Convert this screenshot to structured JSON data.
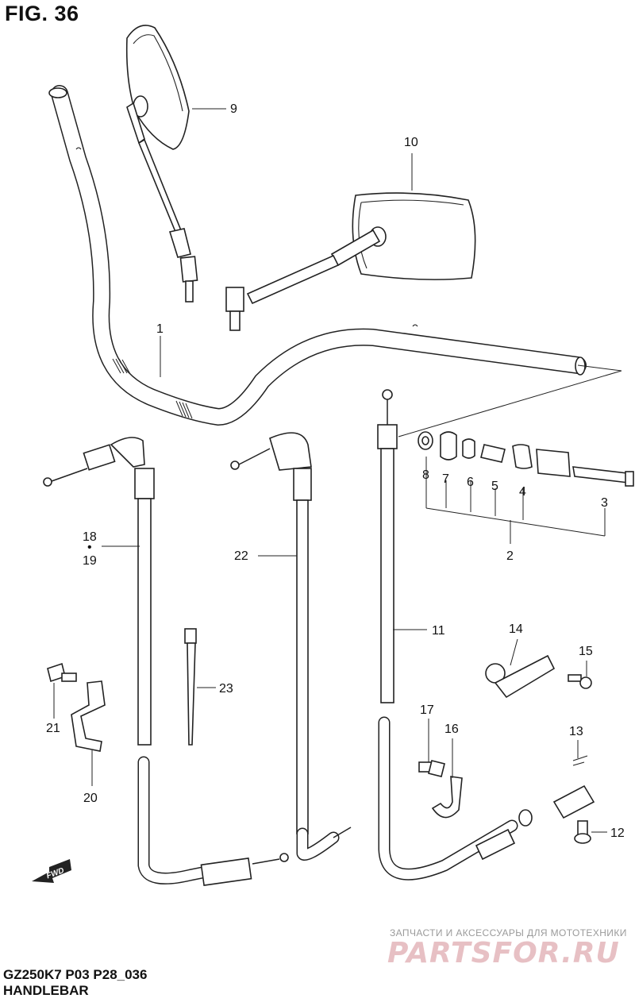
{
  "figure": {
    "title": "FIG. 36"
  },
  "footer": {
    "code": "GZ250K7 P03 P28_036",
    "name": "HANDLEBAR"
  },
  "fwd_label": "FWD",
  "watermark": {
    "tagline": "ЗАПЧАСТИ И АКСЕССУАРЫ ДЛЯ МОТОТЕХНИКИ",
    "brand": "PARTSFOR.RU"
  },
  "callouts": {
    "p1": "1",
    "p2": "2",
    "p3": "3",
    "p4": "4",
    "p5": "5",
    "p6": "6",
    "p7": "7",
    "p8": "8",
    "p9": "9",
    "p10": "10",
    "p11": "11",
    "p12": "12",
    "p13": "13",
    "p14": "14",
    "p15": "15",
    "p16": "16",
    "p17": "17",
    "p18": "18",
    "p18_sep": "•",
    "p19": "19",
    "p20": "20",
    "p21": "21",
    "p22": "22",
    "p23": "23"
  }
}
